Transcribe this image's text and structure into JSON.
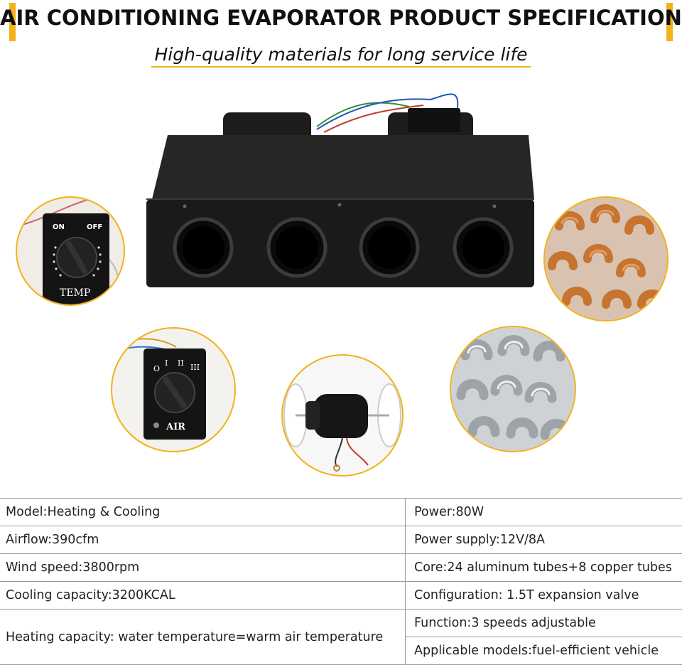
{
  "header": {
    "title": "AIR CONDITIONING EVAPORATOR PRODUCT SPECIFICATION",
    "subtitle": "High-quality materials for long service life",
    "accent_color": "#f2b21a"
  },
  "images": {
    "main_unit": "evaporator-unit",
    "temp_knob": {
      "on": "ON",
      "off": "OFF",
      "label": "TEMP"
    },
    "air_knob": {
      "label": "AIR",
      "speeds": [
        "O",
        "I",
        "II",
        "III"
      ]
    },
    "motor": "blower-motor",
    "copper": "copper-tubes",
    "aluminum": "aluminum-tubes"
  },
  "specs": {
    "rows": [
      {
        "left": "Model:Heating & Cooling",
        "right": "Power:80W"
      },
      {
        "left": "Airflow:390cfm",
        "right": "Power supply:12V/8A"
      },
      {
        "left": "Wind speed:3800rpm",
        "right": "Core:24 aluminum tubes+8 copper tubes"
      },
      {
        "left": "Cooling capacity:3200KCAL",
        "right": "Configuration: 1.5T expansion valve"
      }
    ],
    "last_left": "Heating capacity: water temperature=warm air temperature",
    "last_right_1": "Function:3 speeds adjustable",
    "last_right_2": "Applicable models:fuel-efficient vehicle"
  }
}
